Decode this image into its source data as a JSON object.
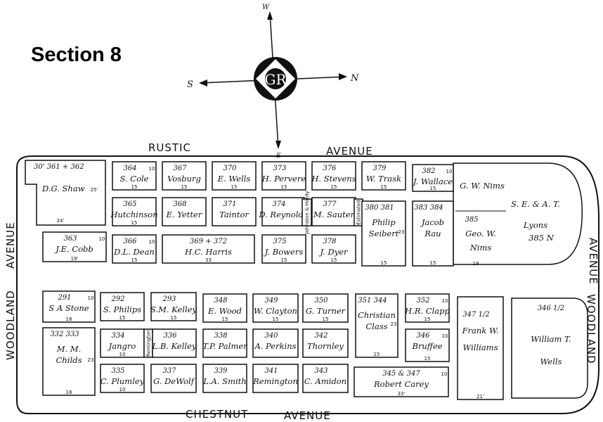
{
  "title": "Section 8",
  "compass": {
    "w": "W",
    "s": "S",
    "n": "N",
    "e": "E",
    "emblem": "GR"
  },
  "streets": {
    "rustic": "RUSTIC",
    "rustic_avenue": "AVENUE",
    "chestnut": "CHESTNUT",
    "chestnut_avenue": "AVENUE",
    "left_upper": "AVENUE",
    "left_lower": "WOODLAND",
    "right_upper": "AVENUE",
    "right_lower": "WOODLAND"
  },
  "lots": [
    {
      "n": "30' 361 + 362",
      "names": [
        "D.G. Shaw"
      ],
      "dims": [
        "25'",
        "24'"
      ]
    },
    {
      "n": "364",
      "names": [
        "S. Cole"
      ],
      "dims": [
        "10",
        "15"
      ]
    },
    {
      "n": "367",
      "names": [
        "Vosburg"
      ],
      "dims": [
        "15"
      ]
    },
    {
      "n": "370",
      "names": [
        "E. Wells"
      ],
      "dims": [
        "15"
      ]
    },
    {
      "n": "373",
      "names": [
        "H. Pervere"
      ],
      "dims": [
        "15"
      ]
    },
    {
      "n": "376",
      "names": [
        "H. Stevens"
      ],
      "dims": [
        "15"
      ]
    },
    {
      "n": "379",
      "names": [
        "W. Trask"
      ],
      "dims": [
        "15"
      ]
    },
    {
      "n": "382",
      "names": [
        "J. Wallace"
      ],
      "dims": [
        "10",
        "15"
      ]
    },
    {
      "n": "",
      "names": [
        "G. W. Nims"
      ],
      "dims": []
    },
    {
      "n": "365",
      "names": [
        "Hutchinson"
      ],
      "dims": [
        "15"
      ]
    },
    {
      "n": "368",
      "names": [
        "E. Yetter"
      ],
      "dims": []
    },
    {
      "n": "371",
      "names": [
        "Taintor"
      ],
      "dims": []
    },
    {
      "n": "374",
      "names": [
        "D. Reynolds"
      ],
      "dims": []
    },
    {
      "n": "",
      "names": [
        "Johnston & Hardy"
      ],
      "dims": []
    },
    {
      "n": "377",
      "names": [
        "M. Sauter"
      ],
      "dims": []
    },
    {
      "n": "",
      "names": [
        "Estimated"
      ],
      "dims": []
    },
    {
      "n": "380 381",
      "names": [
        "Philip",
        "Seibert"
      ],
      "dims": [
        "23",
        "15"
      ]
    },
    {
      "n": "383 384",
      "names": [
        "Jacob",
        "Rau"
      ],
      "dims": [
        "15"
      ]
    },
    {
      "n": "385",
      "names": [
        "Geo. W.",
        "Nims"
      ],
      "dims": [
        "19"
      ]
    },
    {
      "n": "",
      "names": [
        "S. E. & A. T.",
        "Lyons",
        "385 N"
      ],
      "dims": []
    },
    {
      "n": "363",
      "names": [
        "J.E. Cobb"
      ],
      "dims": [
        "10",
        "19'"
      ]
    },
    {
      "n": "366",
      "names": [
        "D.L. Dean"
      ],
      "dims": [
        "10",
        "15"
      ]
    },
    {
      "n": "369 + 372",
      "names": [
        "H.C. Harris"
      ],
      "dims": [
        "33"
      ]
    },
    {
      "n": "375",
      "names": [
        "J. Bowers"
      ],
      "dims": [
        "15"
      ]
    },
    {
      "n": "378",
      "names": [
        "J. Dyer"
      ],
      "dims": [
        "15"
      ]
    },
    {
      "n": "291",
      "names": [
        "S A Stone"
      ],
      "dims": [
        "10",
        "18"
      ]
    },
    {
      "n": "292",
      "names": [
        "S. Philips"
      ],
      "dims": [
        "15"
      ]
    },
    {
      "n": "293",
      "names": [
        "S.M. Kelley"
      ],
      "dims": [
        "15"
      ]
    },
    {
      "n": "348",
      "names": [
        "E. Wood"
      ],
      "dims": [
        "15"
      ]
    },
    {
      "n": "349",
      "names": [
        "W. Clayton"
      ],
      "dims": [
        "15"
      ]
    },
    {
      "n": "350",
      "names": [
        "G. Turner"
      ],
      "dims": [
        "15"
      ]
    },
    {
      "n": "351 344",
      "names": [
        "Christian",
        "Class"
      ],
      "dims": [
        "23",
        "15"
      ]
    },
    {
      "n": "352",
      "names": [
        "H.R. Clapp"
      ],
      "dims": [
        "10",
        "15"
      ]
    },
    {
      "n": "347 1/2",
      "names": [
        "Frank W.",
        "Williams"
      ],
      "dims": [
        "21'"
      ]
    },
    {
      "n": "346 1/2",
      "names": [
        "William T.",
        "Wells"
      ],
      "dims": []
    },
    {
      "n": "332 333",
      "names": [
        "M. M.",
        "Childs"
      ],
      "dims": [
        "23",
        "18"
      ]
    },
    {
      "n": "334",
      "names": [
        "Jangro"
      ],
      "dims": [
        "10"
      ]
    },
    {
      "n": "",
      "names": [
        "Remington"
      ],
      "dims": []
    },
    {
      "n": "336",
      "names": [
        "L.B. Kelley"
      ],
      "dims": []
    },
    {
      "n": "338",
      "names": [
        "T.P. Palmer"
      ],
      "dims": []
    },
    {
      "n": "340",
      "names": [
        "A. Perkins"
      ],
      "dims": []
    },
    {
      "n": "342",
      "names": [
        "Thornley"
      ],
      "dims": []
    },
    {
      "n": "346",
      "names": [
        "Bruffee"
      ],
      "dims": [
        "10",
        "15"
      ]
    },
    {
      "n": "335",
      "names": [
        "C. Plumley"
      ],
      "dims": [
        "10"
      ]
    },
    {
      "n": "337",
      "names": [
        "G. DeWolf"
      ],
      "dims": []
    },
    {
      "n": "339",
      "names": [
        "L.A. Smith"
      ],
      "dims": []
    },
    {
      "n": "341",
      "names": [
        "Remington"
      ],
      "dims": []
    },
    {
      "n": "343",
      "names": [
        "C. Amidon"
      ],
      "dims": []
    },
    {
      "n": "345 & 347",
      "names": [
        "Robert Carey"
      ],
      "dims": [
        "10",
        "33'"
      ]
    }
  ]
}
